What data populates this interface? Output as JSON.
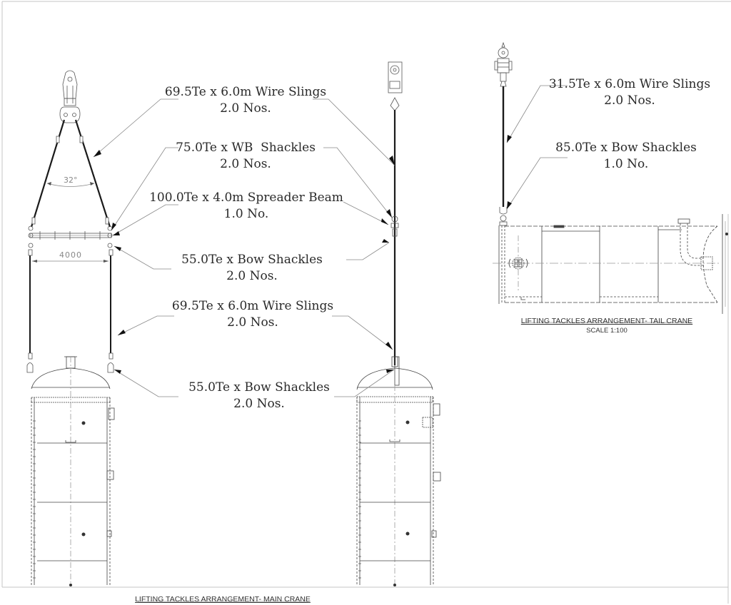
{
  "drawing": {
    "main_crane_title": "LIFTING TACKLES ARRANGEMENT- MAIN CRANE",
    "tail_crane_title": "LIFTING TACKLES ARRANGEMENT- TAIL CRANE",
    "tail_crane_scale": "SCALE 1:100",
    "dimensions": {
      "sling_angle": "32°",
      "spreader_width": "4000"
    },
    "main_crane_callouts": [
      {
        "line1": "69.5Te x 6.0m Wire Slings",
        "line2": "2.0 Nos."
      },
      {
        "line1": "75.0Te x WB  Shackles",
        "line2": "2.0 Nos."
      },
      {
        "line1": "100.0Te x 4.0m Spreader Beam",
        "line2": "1.0 No."
      },
      {
        "line1": "55.0Te x Bow Shackles",
        "line2": "2.0 Nos."
      },
      {
        "line1": "69.5Te x 6.0m Wire Slings",
        "line2": "2.0 Nos."
      },
      {
        "line1": "55.0Te x Bow Shackles",
        "line2": "2.0 Nos."
      }
    ],
    "tail_crane_callouts": [
      {
        "line1": "31.5Te x 6.0m Wire Slings",
        "line2": "2.0 Nos."
      },
      {
        "line1": "85.0Te x Bow Shackles",
        "line2": "1.0 No."
      }
    ]
  },
  "colors": {
    "line": "#2a2a2a",
    "leader": "#8a8a8a",
    "sling": "#1a1a1a",
    "border": "#bdbdbd",
    "background": "#ffffff"
  }
}
